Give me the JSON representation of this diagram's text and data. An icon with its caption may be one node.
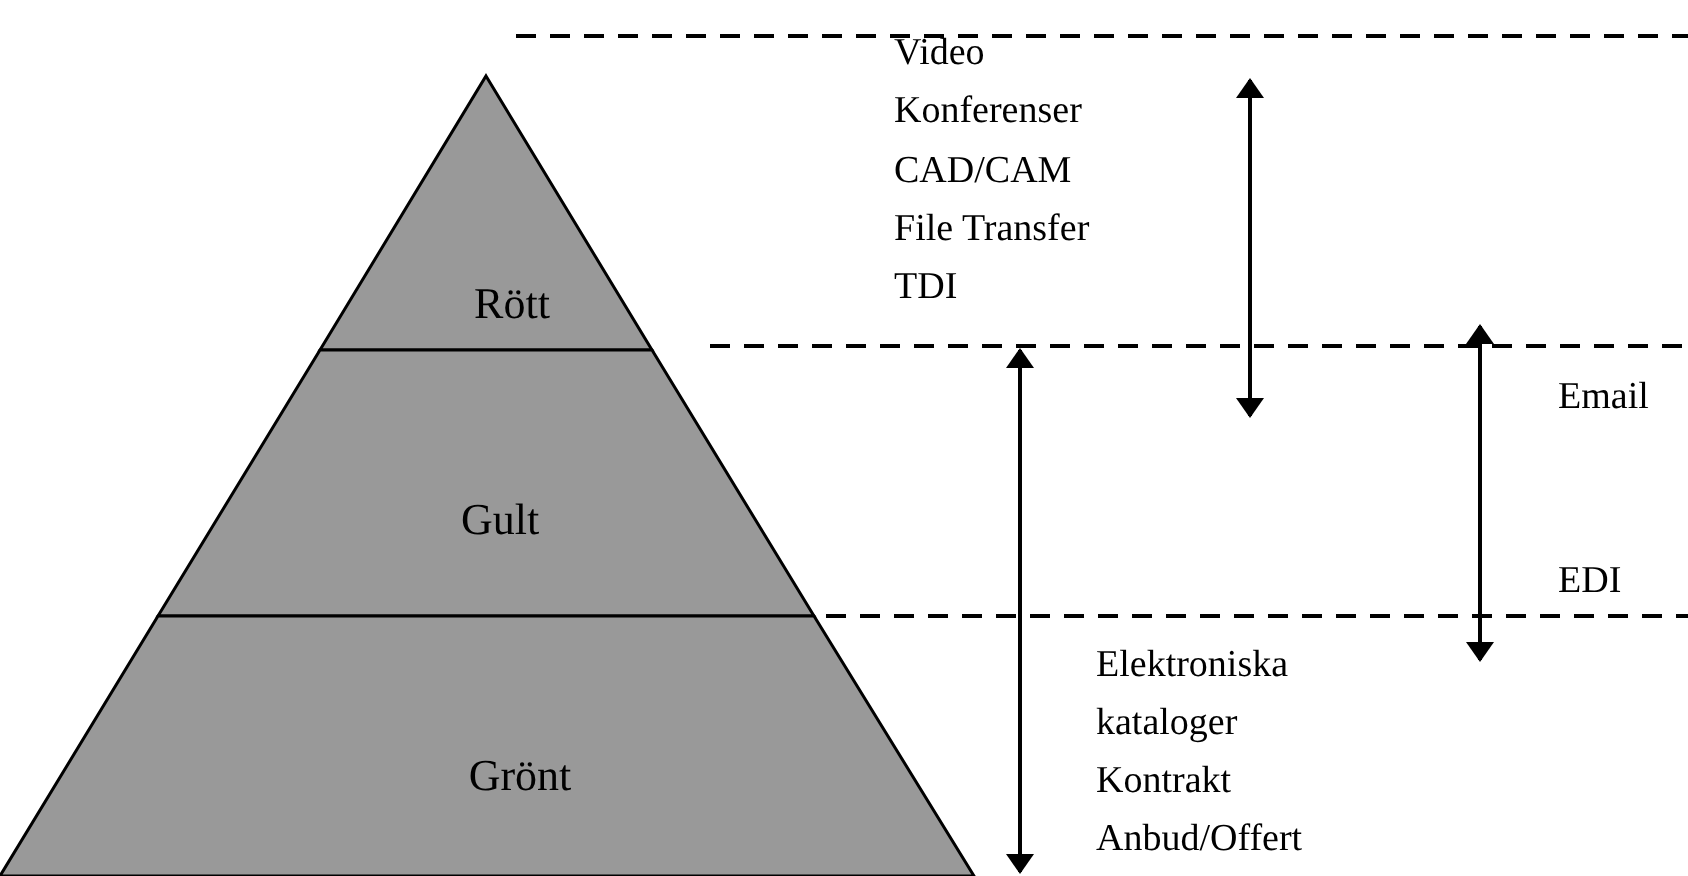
{
  "diagram": {
    "nodes": [
      {
        "text": [
          "Rött"
        ]
      },
      {
        "text": [
          "Gult"
        ]
      },
      {
        "text": [
          "Grönt"
        ]
      }
    ],
    "labels": [
      "Video Konferenser",
      "CAD/CAM",
      "File Transfer",
      "TDI",
      "Email",
      "EDI",
      "Elektroniska kataloger",
      "Kontrakt",
      "Anbud/Offert"
    ]
  }
}
